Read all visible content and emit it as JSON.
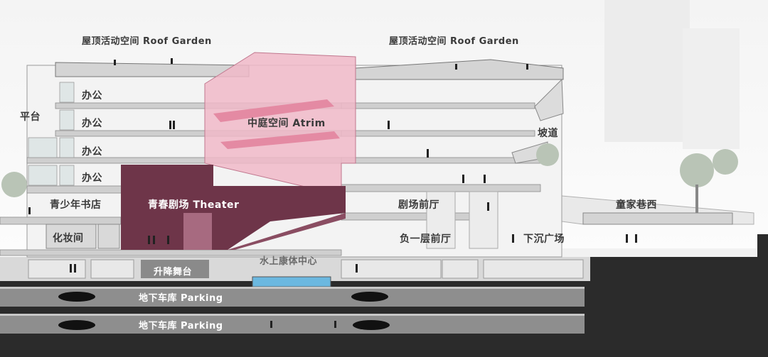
{
  "labels": {
    "roof_left": "屋顶活动空间 Roof Garden",
    "roof_right": "屋顶活动空间 Roof Garden",
    "office_1": "办公",
    "office_2": "办公",
    "office_3": "办公",
    "office_4": "办公",
    "platform": "平台",
    "atrium": "中庭空间 Atrim",
    "ramp": "坡道",
    "theater": "青春剧场 Theater",
    "bookstore": "青少年书店",
    "dressing": "化妆间",
    "foyer": "剧场前厅",
    "alley": "童家巷西",
    "sunken": "下沉广场",
    "basement_foyer": "负一层前厅",
    "lift_stage": "升降舞台",
    "aquatic": "水上康体中心",
    "parking_1": "地下车库 Parking",
    "parking_2": "地下车库 Parking"
  },
  "colors": {
    "theater": "#6e3549",
    "atrium": "#f0b8c8",
    "ground": "#2b2b2b",
    "slab": "#cfcfcf",
    "pool": "#6bb8e0"
  }
}
